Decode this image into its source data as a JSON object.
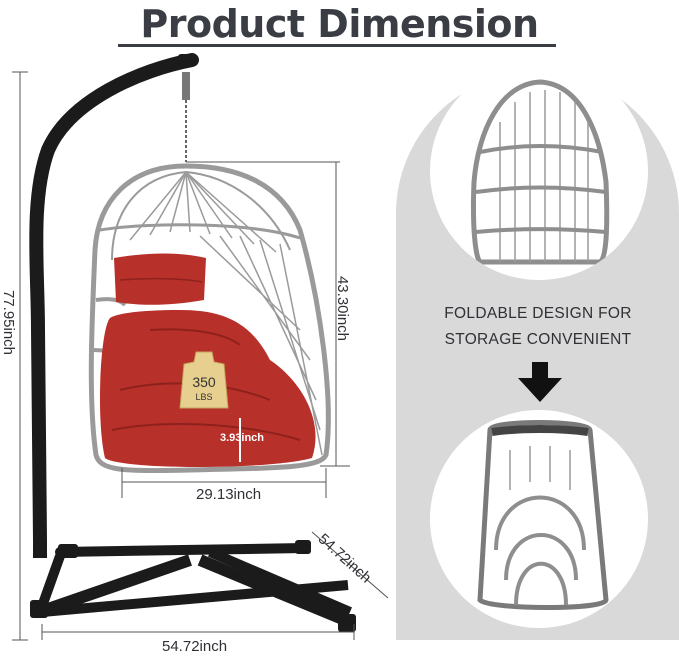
{
  "title": "Product Dimension",
  "dimensions": {
    "total_height": "77.95inch",
    "chair_height": "43.30inch",
    "chair_width": "29.13inch",
    "cushion_thickness": "3.93inch",
    "base_depth": "54.72inch",
    "base_width": "54.72inch"
  },
  "weight_badge": {
    "value": "350",
    "unit": "LBS"
  },
  "fold_callout": {
    "line1": "FOLDABLE DESIGN FOR",
    "line2": "STORAGE CONVENIENT"
  },
  "colors": {
    "frame": "#1b1b1b",
    "wicker": "#9a9a9a",
    "cushion": "#b8302a",
    "panel_bg": "#d9d9d9",
    "badge": "#e6cf8f"
  },
  "icons": [
    "down-arrow-icon",
    "weight-icon"
  ]
}
